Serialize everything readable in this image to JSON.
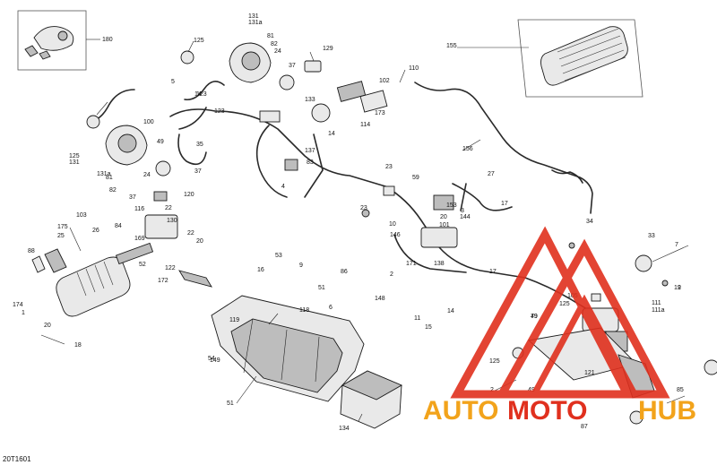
{
  "diagram_ref": "20T1601",
  "watermark": {
    "text_left": "AUTO",
    "text_mid": "MOTO",
    "text_right": "HUB",
    "color_red": "#e0301e",
    "color_orange": "#f2a31b"
  },
  "callouts": [
    "180",
    "131",
    "131a",
    "81",
    "82",
    "24",
    "37",
    "125",
    "129",
    "110",
    "155",
    "5",
    "14",
    "123",
    "100",
    "133",
    "102",
    "173",
    "125",
    "131",
    "131a",
    "81",
    "82",
    "24",
    "37",
    "35",
    "49",
    "123",
    "14",
    "114",
    "137",
    "83",
    "156",
    "144",
    "23",
    "59",
    "27",
    "153",
    "3",
    "17",
    "4",
    "37",
    "116",
    "22",
    "120",
    "130",
    "22",
    "20",
    "103",
    "175",
    "25",
    "26",
    "88",
    "84",
    "169",
    "122",
    "172",
    "52",
    "149",
    "51",
    "118",
    "16",
    "53",
    "9",
    "86",
    "6",
    "119",
    "54",
    "51",
    "134",
    "174",
    "1",
    "20",
    "18",
    "19",
    "2",
    "148",
    "11",
    "15",
    "14",
    "17",
    "146",
    "171",
    "138",
    "101",
    "10",
    "20",
    "23",
    "34",
    "33",
    "7",
    "125",
    "105",
    "79",
    "2",
    "111",
    "111a",
    "49",
    "125",
    "121",
    "2",
    "49",
    "85",
    "87"
  ]
}
